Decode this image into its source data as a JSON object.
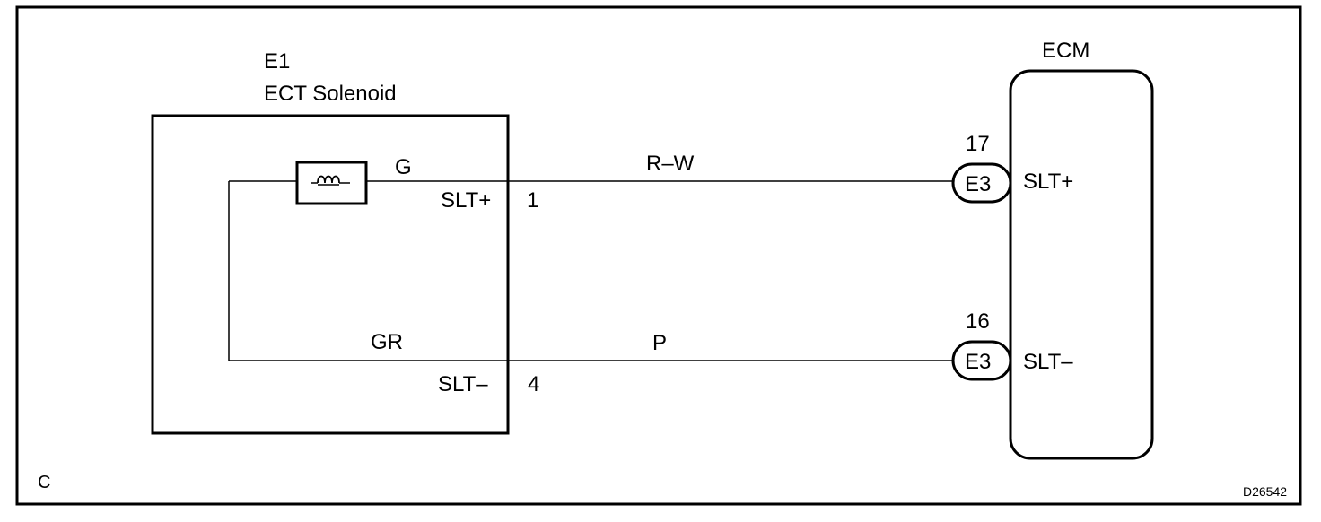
{
  "corner_letter": "C",
  "figure_id": "D26542",
  "solenoid": {
    "connector": "E1",
    "name": "ECT Solenoid"
  },
  "ecm": {
    "name": "ECM"
  },
  "wires": {
    "coil_wire_color": "G",
    "return_wire_color": "GR",
    "top_wire_color": "R–W",
    "bottom_wire_color": "P"
  },
  "pins": {
    "slt_plus_label": "SLT+",
    "slt_plus_pin": "1",
    "slt_minus_label": "SLT–",
    "slt_minus_pin": "4"
  },
  "ecm_pins": {
    "top_connector": "E3",
    "top_pin": "17",
    "top_label": "SLT+",
    "bottom_connector": "E3",
    "bottom_pin": "16",
    "bottom_label": "SLT–"
  }
}
